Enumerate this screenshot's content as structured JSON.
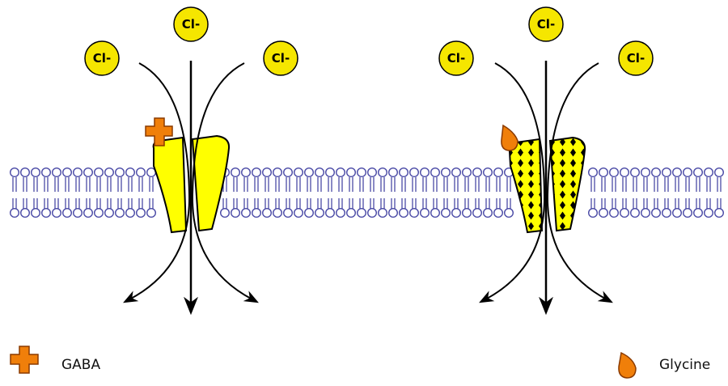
{
  "ions": {
    "label": "Cl-"
  },
  "legend": {
    "gaba_label": "GABA",
    "glycine_label": "Glycine"
  },
  "colors": {
    "membrane_stroke": "#4a4aa6",
    "membrane_head_fill": "#ffffff",
    "channel_fill": "#ffff00",
    "ion_fill": "#f5e600",
    "ligand_fill": "#f07f0a",
    "ligand_stroke": "#8a3a00",
    "arrow": "#000000"
  },
  "icons": {
    "gaba": "orange-cross-icon",
    "glycine": "orange-drop-icon"
  }
}
